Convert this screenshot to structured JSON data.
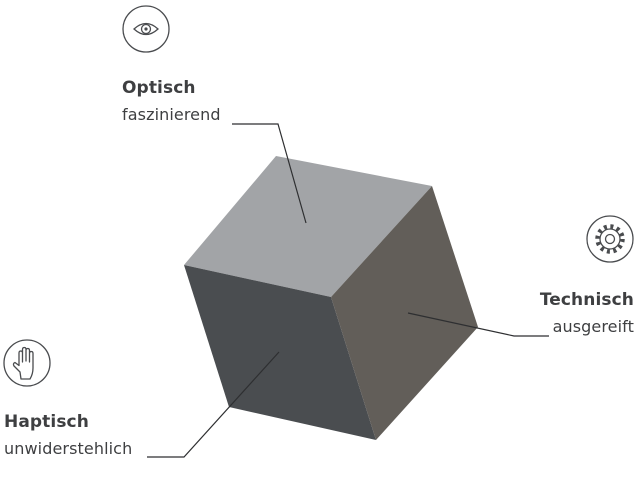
{
  "colors": {
    "cube_top": "#a2a4a7",
    "cube_left": "#4a4d50",
    "cube_right": "#625e59",
    "line": "#2e2f31",
    "icon": "#4a4c4f",
    "text": "#3e3f41"
  },
  "icons": {
    "optisch": "eye-icon",
    "technisch": "gear-icon",
    "haptisch": "hand-icon"
  },
  "labels": {
    "optisch": {
      "title": "Optisch",
      "subtitle": "faszinierend"
    },
    "technisch": {
      "title": "Technisch",
      "subtitle": "ausgereift"
    },
    "haptisch": {
      "title": "Haptisch",
      "subtitle": "unwiderstehlich"
    }
  }
}
